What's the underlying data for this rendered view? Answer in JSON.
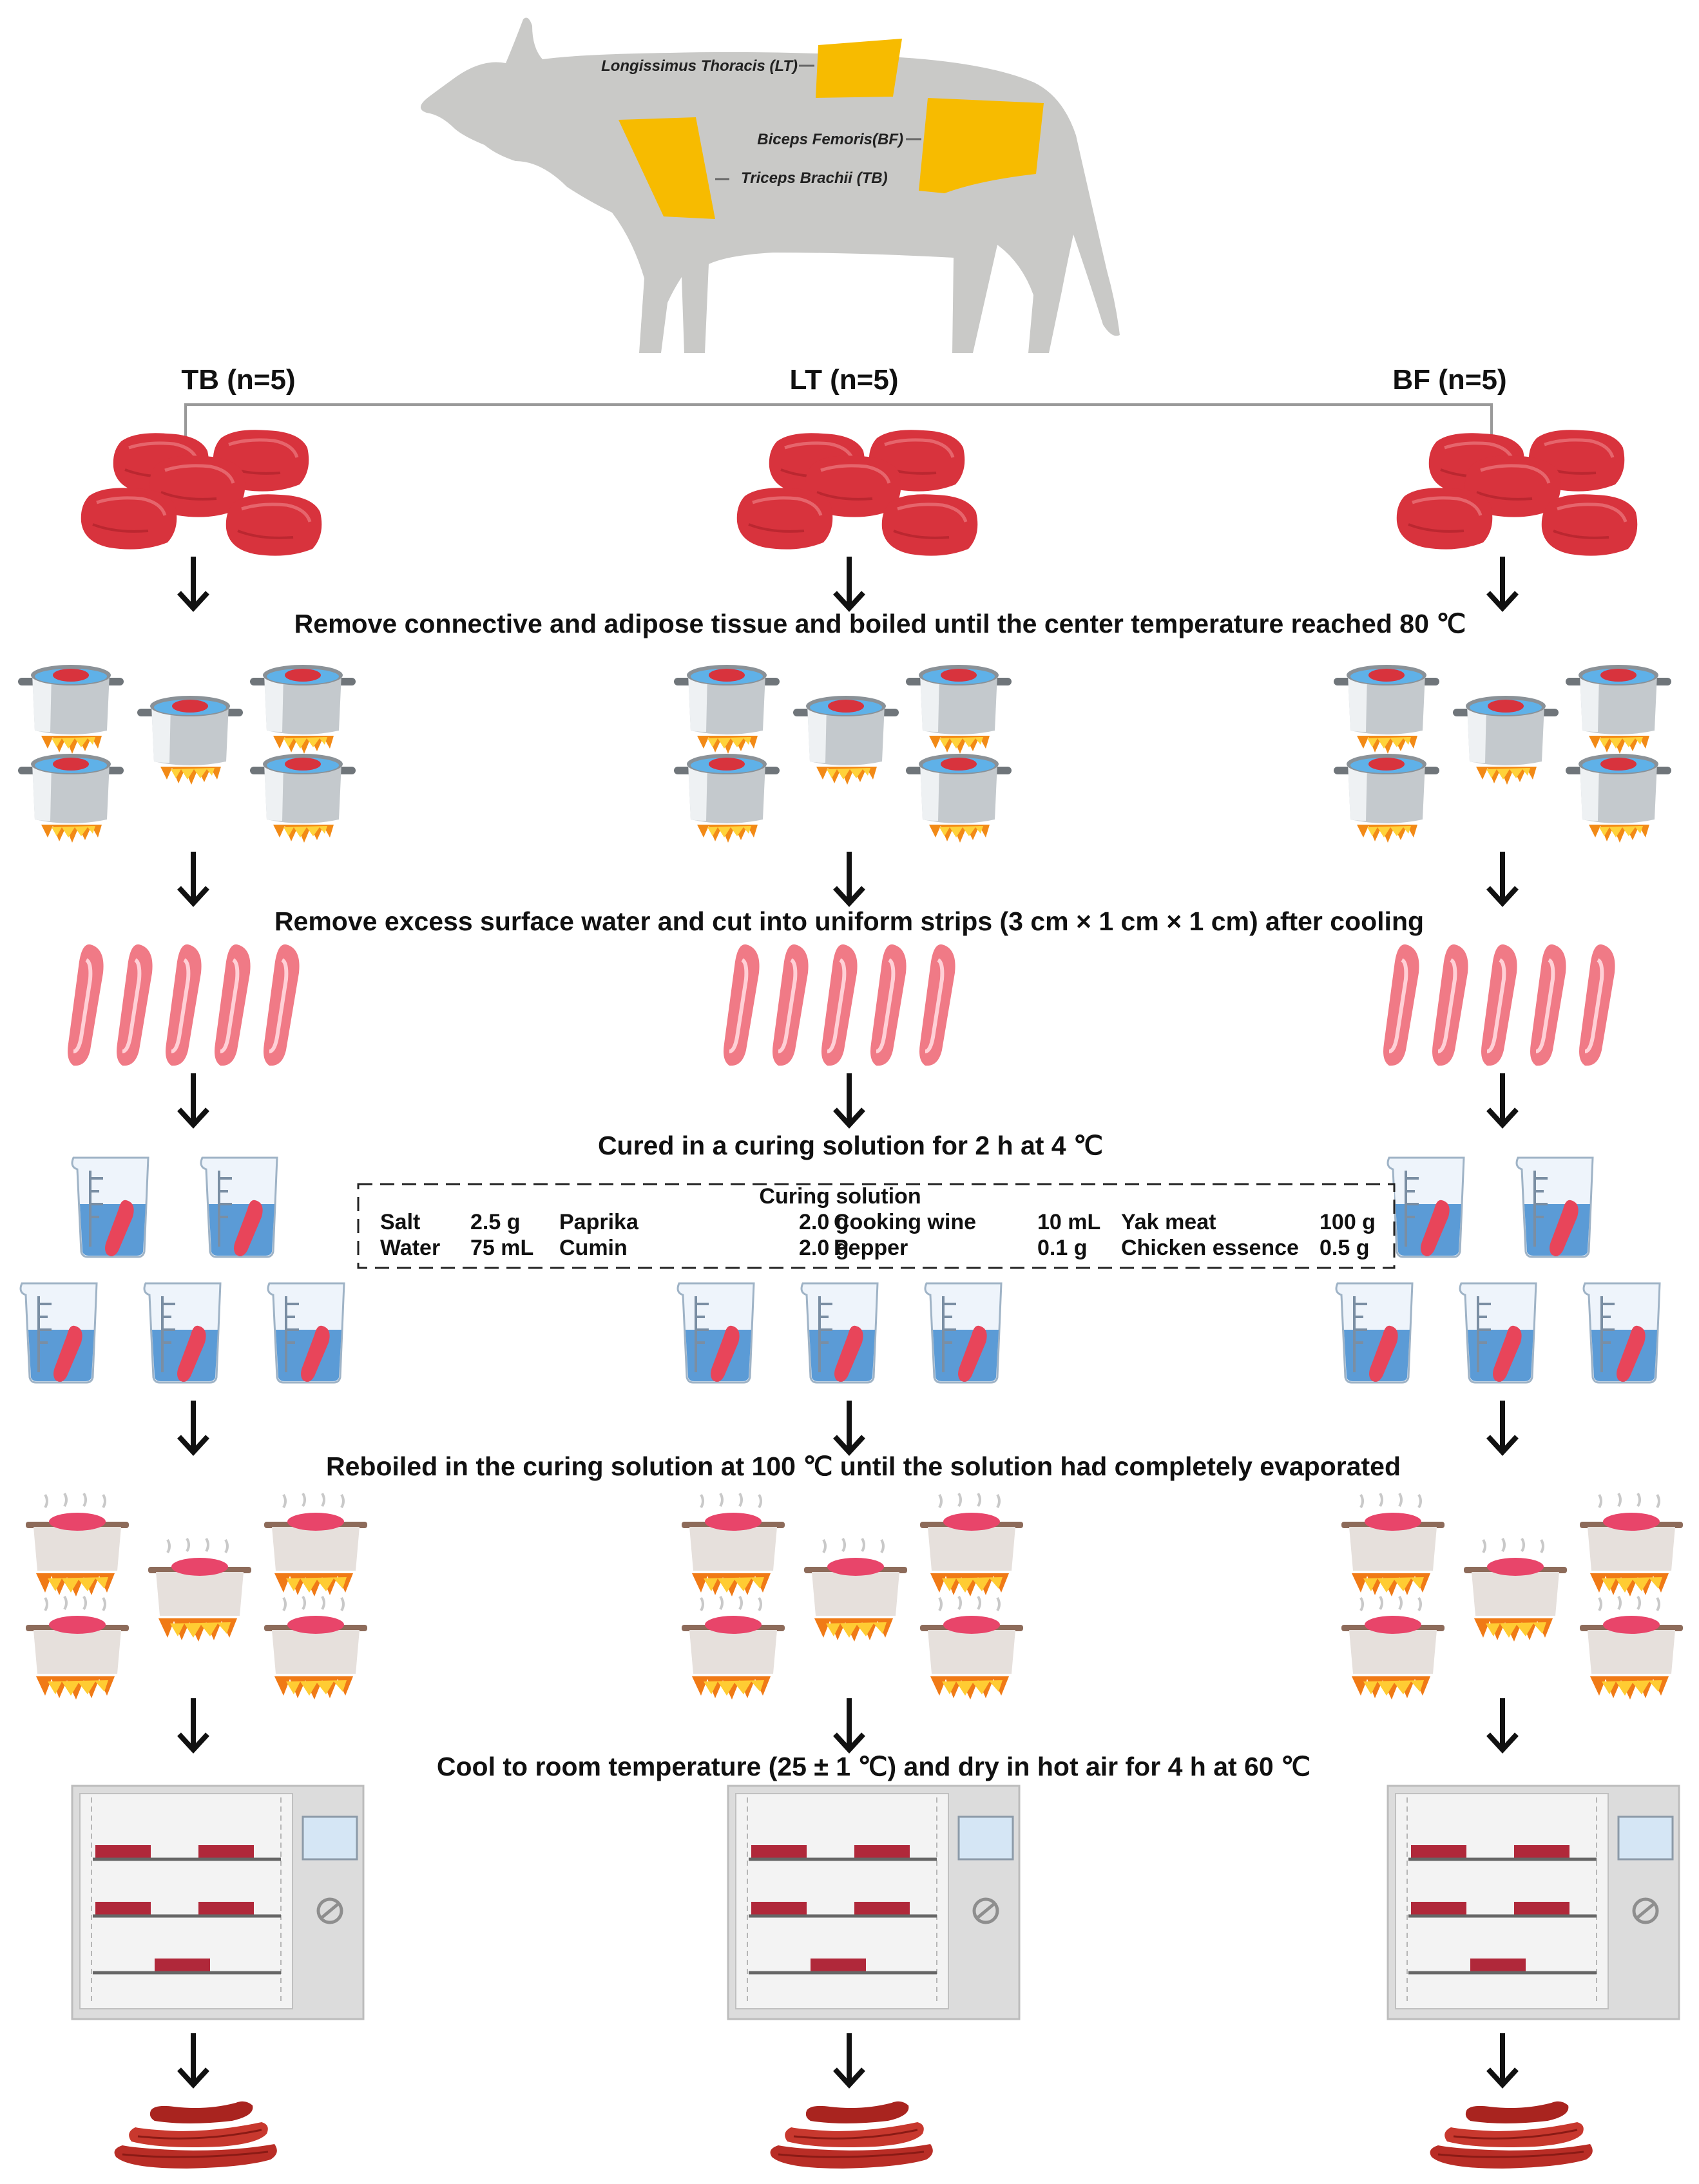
{
  "cuts": [
    {
      "id": "lt",
      "label": "Longissimus Thoracis (LT)"
    },
    {
      "id": "bf",
      "label": "Biceps Femoris(BF)"
    },
    {
      "id": "tb",
      "label": "Triceps Brachii (TB)"
    }
  ],
  "groups": [
    {
      "id": "tb",
      "label": "TB (n=5)"
    },
    {
      "id": "lt",
      "label": "LT (n=5)"
    },
    {
      "id": "bf",
      "label": "BF (n=5)"
    }
  ],
  "steps": [
    {
      "id": "boil",
      "text": "Remove connective and adipose tissue and boiled until the center temperature reached 80 ℃"
    },
    {
      "id": "cut",
      "text": "Remove excess surface water and cut into uniform strips (3 cm × 1 cm × 1 cm) after cooling"
    },
    {
      "id": "cure",
      "text": "Cured in a curing solution for 2 h at  4 ℃"
    },
    {
      "id": "reboil",
      "text": "Reboiled in the curing solution at 100 ℃ until the solution had completely evaporated"
    },
    {
      "id": "dry",
      "text": "Cool to room temperature (25 ± 1 ℃) and dry in hot air for 4 h at 60 ℃"
    }
  ],
  "curing_solution": {
    "title": "Curing solution",
    "rows": [
      [
        {
          "name": "Salt",
          "amount": "2.5 g"
        },
        {
          "name": "Paprika",
          "amount": "2.0 g"
        },
        {
          "name": "Cooking wine",
          "amount": "10 mL"
        },
        {
          "name": "Yak meat",
          "amount": "100 g"
        }
      ],
      [
        {
          "name": "Water",
          "amount": "75 mL"
        },
        {
          "name": "Cumin",
          "amount": "2.0 g"
        },
        {
          "name": "Pepper",
          "amount": "0.1 g"
        },
        {
          "name": "Chicken essence",
          "amount": "0.5 g"
        }
      ]
    ]
  },
  "colors": {
    "cow": "#c9c9c7",
    "cut_highlight": "#f7bb00",
    "raw_meat": "#d8333d",
    "strip": "#f07a86",
    "water": "#5b9bd6",
    "flame": "#f28a16",
    "dried_meat": "#b92d26",
    "oven": "#dcdcdc",
    "oven_tray_meat": "#b0283a",
    "oven_window": "#d5e6f5"
  },
  "icons": [
    "cow-icon",
    "raw-meat-icon",
    "boiling-pot-icon",
    "meat-strip-icon",
    "curing-beaker-icon",
    "reboil-pot-icon",
    "drying-oven-icon",
    "dried-jerky-icon",
    "down-arrow-icon"
  ]
}
